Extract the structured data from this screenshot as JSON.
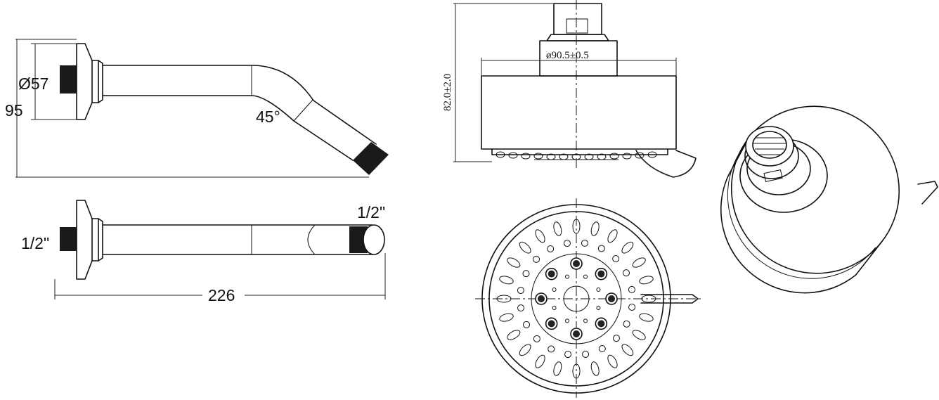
{
  "labels": {
    "flange_diameter": "Ø57",
    "arm_height": "95",
    "bend_angle": "45°",
    "thread_outlet": "1/2\"",
    "thread_inlet": "1/2\"",
    "arm_length": "226",
    "head_diameter": "ø90.5±0.5",
    "head_height": "82.0±2.0"
  },
  "colors": {
    "line": "#111111",
    "background": "#ffffff"
  },
  "icons": {
    "arm_side_view": "shower-arm-side-icon",
    "arm_top_view": "shower-arm-top-icon",
    "head_side_view": "shower-head-side-icon",
    "head_face_view": "shower-head-face-icon",
    "head_iso_view": "shower-head-isometric-icon"
  }
}
